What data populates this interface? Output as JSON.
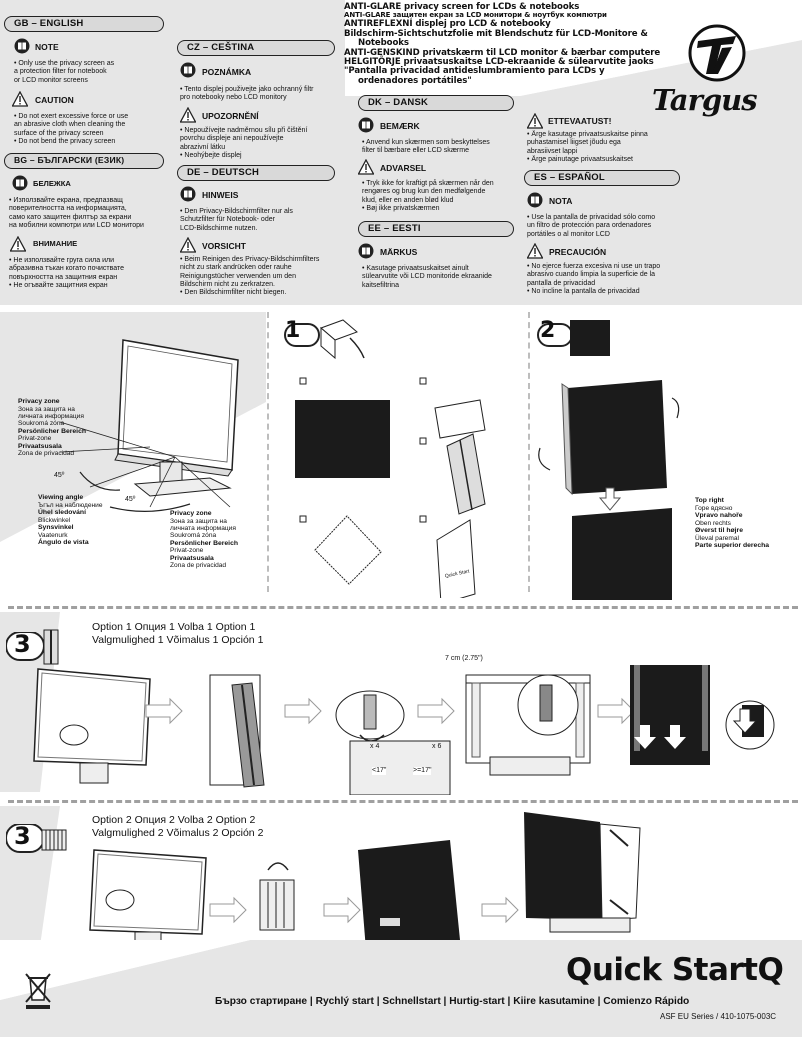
{
  "title_lines": [
    "ANTI-GLARE privacy screen for LCDs & notebooks",
    "ANTI-GLARE защитен екран за LCD монитори & ноутбук компютри",
    "ANTIREFLEXNÍ displej pro LCD & notebooky",
    "Bildschirm-Sichtschutzfolie mit Blendschutz für LCD-Monitore &",
    "Notebooks",
    "ANTI-GENSKIND privatskærm til LCD monitor & bærbar computere",
    "HELGITÕRJE privaatsuskaitse LCD-ekraanide & sülearvutite jaoks",
    "\"Pantalla privacidad antideslumbramiento para LCDs y",
    "ordenadores portátiles\""
  ],
  "brand": {
    "name": "Targus"
  },
  "sections": {
    "gb": {
      "lang": "GB – ENGLISH",
      "note_head": "NOTE",
      "note": [
        "Only use the privacy screen as",
        "a protection filter for notebook",
        "or LCD monitor screens"
      ],
      "caution_head": "CAUTION",
      "caution": [
        "Do not exert excessive force or use",
        "an abrasive cloth when cleaning the",
        "surface of the privacy screen",
        "Do not bend the privacy screen"
      ]
    },
    "bg": {
      "lang": "BG – БЪЛГАРСКИ (ЕЗИК)",
      "note_head": "БЕЛЕЖКА",
      "note": [
        "Използвайте екрана, предпазващ",
        "поверителността на информацията,",
        "само като защитен филтър за екрани",
        "на мобилни компютри или LCD монитори"
      ],
      "caution_head": "ВНИМАНИЕ",
      "caution": [
        "Не използвайте груга сила или",
        "абразивна тъкан когато почиствате",
        "повърхността на защитния екран",
        "Не огъвайте защитния екран"
      ]
    },
    "cz": {
      "lang": "CZ – CEŠTINA",
      "note_head": "POZNÁMKA",
      "note": [
        "Tento displej použivejte jako ochranný filtr",
        "pro notebooky nebo LCD monitory"
      ],
      "caution_head": "UPOZORNĚNÍ",
      "caution": [
        "Nepoužívejte nadměrnou sílu při čištění",
        "povrchu displeje ani nepoužívejte",
        "abrazivní látku",
        "Neohýbejte displej"
      ]
    },
    "de": {
      "lang": "DE – DEUTSCH",
      "note_head": "HINWEIS",
      "note": [
        "Den Privacy-Bildschirmfilter nur als",
        "Schutzfilter für Notebook- oder",
        "LCD-Bildschirme nutzen."
      ],
      "caution_head": "VORSICHT",
      "caution": [
        "Beim Reinigen des Privacy-Bildschirmfilters",
        "nicht zu stark andrücken oder rauhe",
        "Reinigungstücher verwenden um den",
        "Bildschirm nicht zu zerkratzen.",
        "Den Bildschirmfilter nicht biegen."
      ]
    },
    "dk": {
      "lang": "DK – DANSK",
      "note_head": "BEMÆRK",
      "note": [
        "Anvend kun skærmen som beskyttelses",
        "filter til bærbare eller LCD skærme"
      ],
      "caution_head": "ADVARSEL",
      "caution": [
        "Tryk ikke for kraftigt på skærmen når den",
        "rengøres og brug kun den medfølgende",
        "klud, eller en anden blød klud",
        "Bøj ikke privatskærmen"
      ]
    },
    "ee": {
      "lang": "EE – EESTI",
      "note_head": "MÄRKUS",
      "note": [
        "Kasutage privaatsuskaitset ainult",
        "sülearvutite või LCD monitoride ekraanide",
        "kaitsefiltrina"
      ],
      "caution_head": "ETTEVAATUST!",
      "caution": [
        "Ärge kasutage privaatsuskaitse pinna",
        "puhastamisel liigset jõudu ega",
        "abrasiivset lappi",
        "Ärge painutage privaatsuskaitset"
      ]
    },
    "es": {
      "lang": "ES – ESPAÑOL",
      "note_head": "NOTA",
      "note": [
        "Use la pantalla de privacidad sólo como",
        "un filtro de protección para ordenadores",
        "portátiles o al monitor LCD"
      ],
      "caution_head": "PRECAUCIÓN",
      "caution": [
        "No ejerce fuerza excesiva ni use un trapo",
        "abrasivo cuando limpia la superficie de la",
        "pantalla de privacidad",
        "No incline la pantalla de privacidad"
      ]
    }
  },
  "diagram_labels": {
    "privacy_zone_top": [
      "Privacy zone",
      "Зона за защита на",
      "личната информация",
      "Soukromá zóna",
      "Persönlicher Bereich",
      "Privat-zone",
      "Privaatsusala",
      "Zona de privacidad"
    ],
    "privacy_zone_bottom": [
      "Privacy zone",
      "Зона за защита на",
      "личната информация",
      "Soukromá zóna",
      "Persönlicher Bereich",
      "Privat-zone",
      "Privaatsusala",
      "Zona de privacidad"
    ],
    "viewing_angle": [
      "Viewing angle",
      "Ъгъл на наблюдение",
      "Úhel sledování",
      "Blickwinkel",
      "Synsvinkel",
      "Vaatenurk",
      "Ángulo de vista"
    ],
    "angle_left": "45º",
    "angle_bottom": "45º",
    "top_right": [
      "Top right",
      "Горе вдясно",
      "Vpravo nahoře",
      "Oben rechts",
      "Øverst til højre",
      "Üleval paremal",
      "Parte superior derecha"
    ],
    "measure": "7 cm (2.75\")",
    "tab_count_a": "x 4",
    "tab_count_b": "x 6",
    "tab_a_label": "<17\"",
    "tab_b_label": ">=17\"",
    "quick_start_card": "Quick Start"
  },
  "steps": {
    "step1": "1",
    "step2": "2",
    "step3a": "3",
    "step3b": "3"
  },
  "option1": {
    "line1": "Option 1    Опция 1    Volba 1    Option 1",
    "line2": "Valgmulighed 1  Võimalus 1  Opción 1"
  },
  "option2": {
    "line1": "Option 2    Опция 2    Volba 2    Option 2",
    "line2": "Valgmulighed 2  Võimalus 2  Opción 2"
  },
  "footer": {
    "big_title": "Quick StartQ",
    "translations": "Бързо стартиране | Rychlý start | Schnellstart | Hurtig-start | Kiire kasutamine | Comienzo Rápido",
    "code": "ASF EU Series / 410-1075-003C"
  }
}
